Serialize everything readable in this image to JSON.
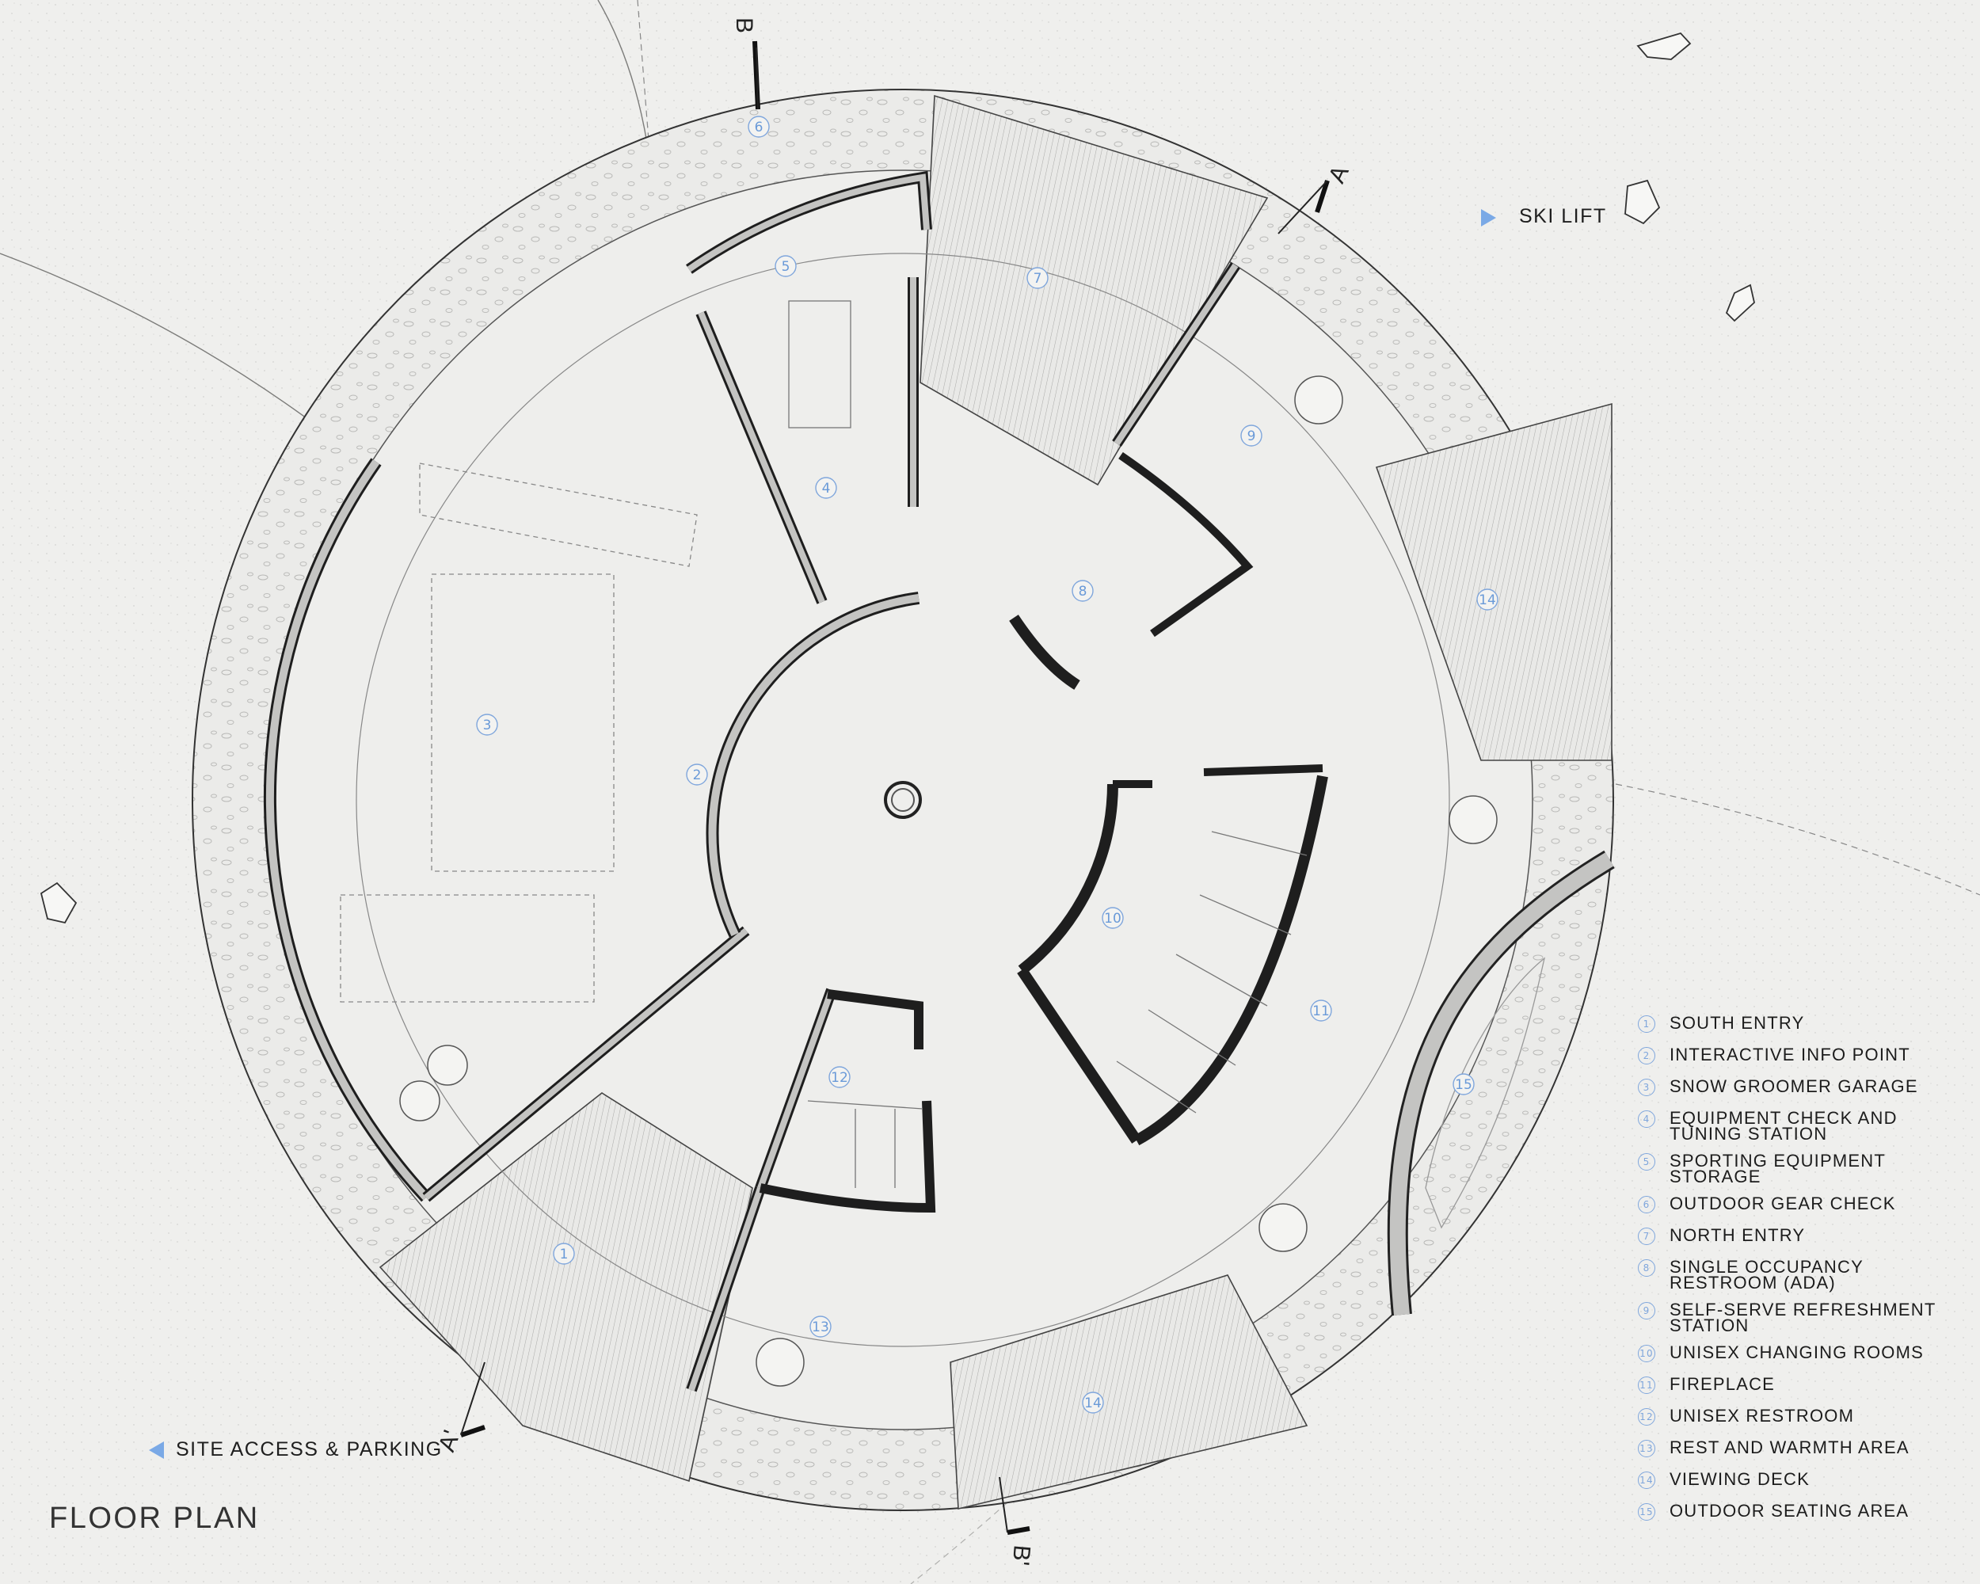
{
  "title": "FLOOR PLAN",
  "site_labels": {
    "ski_lift": "SKI LIFT",
    "parking": "SITE ACCESS & PARKING"
  },
  "section_markers": [
    "A",
    "A'",
    "B",
    "B'"
  ],
  "room_numbers": [
    "1",
    "2",
    "3",
    "4",
    "5",
    "6",
    "7",
    "8",
    "9",
    "10",
    "11",
    "12",
    "13",
    "14",
    "15"
  ],
  "legend": [
    {
      "num": "1",
      "label": "SOUTH ENTRY"
    },
    {
      "num": "2",
      "label": "INTERACTIVE INFO POINT"
    },
    {
      "num": "3",
      "label": "SNOW GROOMER GARAGE"
    },
    {
      "num": "4",
      "label": "EQUIPMENT CHECK AND TUNING STATION"
    },
    {
      "num": "5",
      "label": "SPORTING EQUIPMENT STORAGE"
    },
    {
      "num": "6",
      "label": "OUTDOOR GEAR CHECK"
    },
    {
      "num": "7",
      "label": "NORTH ENTRY"
    },
    {
      "num": "8",
      "label": "SINGLE OCCUPANCY RESTROOM (ADA)"
    },
    {
      "num": "9",
      "label": "SELF-SERVE REFRESHMENT STATION"
    },
    {
      "num": "10",
      "label": "UNISEX CHANGING ROOMS"
    },
    {
      "num": "11",
      "label": "FIREPLACE"
    },
    {
      "num": "12",
      "label": "UNISEX RESTROOM"
    },
    {
      "num": "13",
      "label": "REST AND WARMTH AREA"
    },
    {
      "num": "14",
      "label": "VIEWING DECK"
    },
    {
      "num": "15",
      "label": "OUTDOOR SEATING AREA"
    }
  ],
  "colors": {
    "accent_blue": "#7aa9e6",
    "wall": "#1e1e1e",
    "wall_fill": "#c4c4c2",
    "background": "#efefed"
  }
}
